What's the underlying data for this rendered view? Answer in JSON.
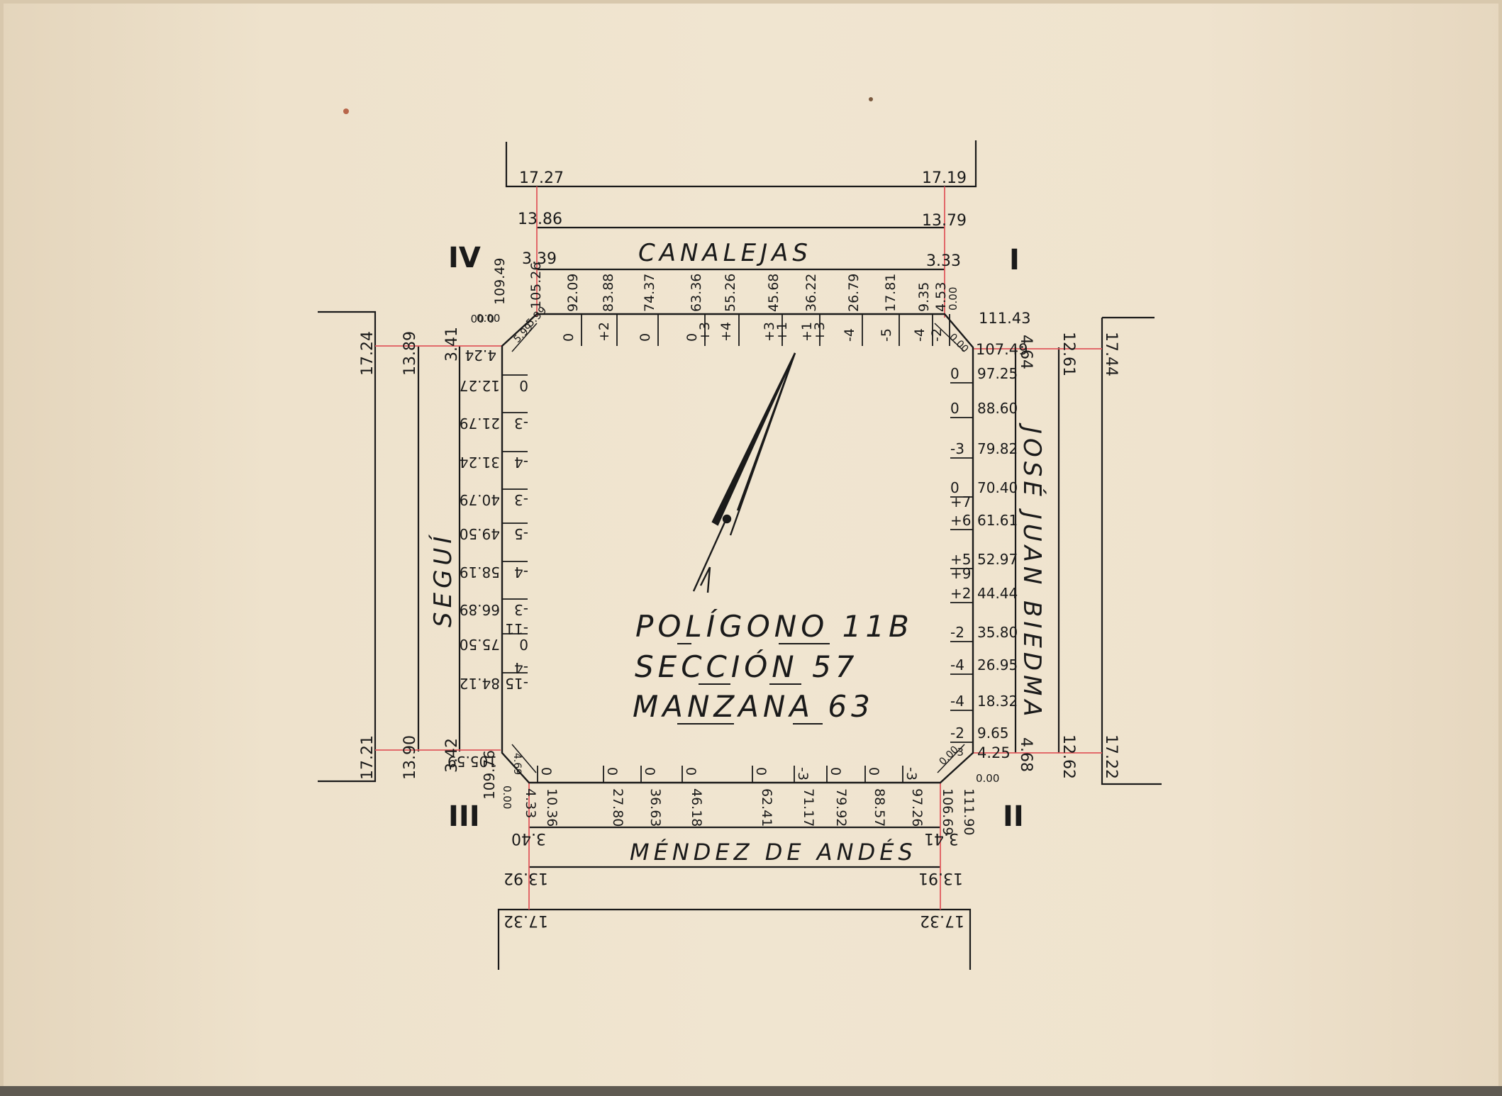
{
  "title": {
    "poligono": "POLÍGONO 11B",
    "seccion": "SECCIÓN 57",
    "manzana": "MANZANA 63"
  },
  "streets": {
    "north": "CANALEJAS",
    "east": "JOSÉ JUAN BIEDMA",
    "south": "MÉNDEZ DE ANDÉS",
    "west": "SEGUÍ"
  },
  "corners": {
    "ne": "I",
    "se": "II",
    "sw": "III",
    "nw": "IV"
  },
  "north_offsets": {
    "left": [
      "17.27",
      "13.86",
      "3.39"
    ],
    "right": [
      "17.19",
      "13.79",
      "3.33"
    ]
  },
  "south_offsets": {
    "left": [
      "3.40",
      "13.92",
      "17.32"
    ],
    "right": [
      "3.41",
      "13.91",
      "17.32"
    ]
  },
  "west_offsets": {
    "top": [
      "17.24",
      "13.89",
      "3.41"
    ],
    "bottom": [
      "17.21",
      "13.90",
      "3.42"
    ]
  },
  "east_offsets": {
    "top": [
      "4.64",
      "12.61",
      "17.44"
    ],
    "bottom": [
      "4.68",
      "12.62",
      "17.22"
    ]
  },
  "north_side": {
    "start": "109.49",
    "corner": "105.26",
    "chamfer": "5.99",
    "progressives": [
      "92.09",
      "83.88",
      "74.37",
      "63.36",
      "55.26",
      "45.68",
      "36.22",
      "26.79",
      "17.81",
      "9.35",
      "4.53"
    ],
    "marks": [
      "0",
      "+2",
      "0",
      "0 / +3",
      "+4",
      "+3 / +1",
      "+1 / +3",
      "-4",
      "-5",
      "-4",
      "-2"
    ],
    "end": "0.00"
  },
  "east_side": {
    "start": "111.43",
    "chamfer": "0.00",
    "corner": "107.49",
    "progressives": [
      "97.25",
      "88.60",
      "79.82",
      "70.40",
      "61.61",
      "52.97",
      "44.44",
      "35.80",
      "26.95",
      "18.32",
      "9.65"
    ],
    "marks": [
      "0",
      "0",
      "-3",
      "0 / +7",
      "+6",
      "+5 / +9",
      "+2",
      "-2",
      "-4",
      "-4",
      "-2"
    ],
    "corner_end": "4.25",
    "corner_mark": "-3",
    "end": "0.00"
  },
  "south_side": {
    "start": "0.00",
    "corner": "4.33",
    "chamfer": "4.69",
    "progressives": [
      "10.36",
      "27.80",
      "36.63",
      "46.18",
      "62.41",
      "71.17",
      "79.92",
      "88.57",
      "97.26",
      "106.69"
    ],
    "marks": [
      "0",
      "0",
      "0",
      "0",
      "0",
      "-3",
      "0",
      "0",
      "-3"
    ],
    "end": "111.90",
    "end_chamfer": "0.00"
  },
  "west_side": {
    "start": "0.00",
    "chamfer": "5.99",
    "corner": "4.24",
    "progressives": [
      "12.27",
      "21.79",
      "31.24",
      "40.79",
      "49.50",
      "58.19",
      "66.89",
      "75.50",
      "84.12"
    ],
    "marks": [
      "0",
      "-3",
      "-4",
      "-3",
      "-5",
      "-4",
      "-3",
      "0 / -11",
      "-15 / -4"
    ],
    "corner_end": "105.59",
    "end": "109.76"
  },
  "colors": {
    "paper": "#efe3ce",
    "ink": "#1a1a1a",
    "red_line": "#e0595d"
  }
}
